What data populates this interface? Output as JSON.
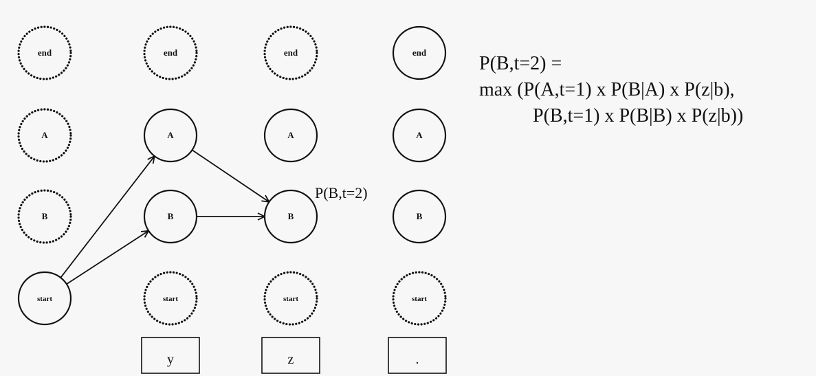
{
  "nodes": [
    {
      "id": "end-1",
      "label": "end",
      "style": "dotted"
    },
    {
      "id": "end-2",
      "label": "end",
      "style": "dotted"
    },
    {
      "id": "end-3",
      "label": "end",
      "style": "dotted"
    },
    {
      "id": "end-4",
      "label": "end",
      "style": "solid"
    },
    {
      "id": "A-1",
      "label": "A",
      "style": "dotted"
    },
    {
      "id": "A-2",
      "label": "A",
      "style": "solid"
    },
    {
      "id": "A-3",
      "label": "A",
      "style": "solid"
    },
    {
      "id": "A-4",
      "label": "A",
      "style": "solid"
    },
    {
      "id": "B-1",
      "label": "B",
      "style": "dotted"
    },
    {
      "id": "B-2",
      "label": "B",
      "style": "solid"
    },
    {
      "id": "B-3",
      "label": "B",
      "style": "solid"
    },
    {
      "id": "B-4",
      "label": "B",
      "style": "solid"
    },
    {
      "id": "start-1",
      "label": "start",
      "style": "solid"
    },
    {
      "id": "start-2",
      "label": "start",
      "style": "dotted"
    },
    {
      "id": "start-3",
      "label": "start",
      "style": "dotted"
    },
    {
      "id": "start-4",
      "label": "start",
      "style": "dotted"
    }
  ],
  "edges": [
    {
      "from": "start-1",
      "to": "A-2"
    },
    {
      "from": "start-1",
      "to": "B-2"
    },
    {
      "from": "A-2",
      "to": "B-3"
    },
    {
      "from": "B-2",
      "to": "B-3"
    }
  ],
  "observations": [
    "y",
    "z",
    "."
  ],
  "node_annotation": "P(B,t=2)",
  "formula": {
    "line1": "P(B,t=2) =",
    "line2": "max (P(A,t=1) x P(B|A) x P(z|b),",
    "line3": "P(B,t=1) x P(B|B) x P(z|b))"
  }
}
